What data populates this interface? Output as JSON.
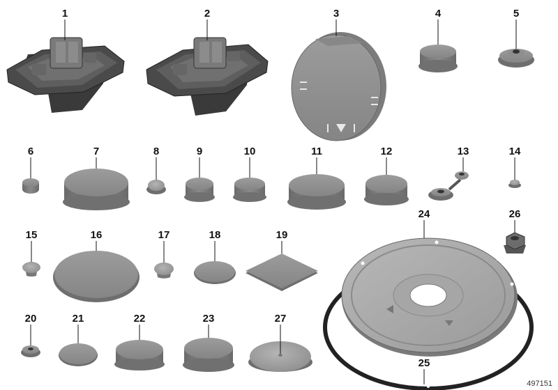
{
  "diagram": {
    "reference_number": "497151",
    "parts": [
      {
        "no": "1",
        "kind": "jack-pad"
      },
      {
        "no": "2",
        "kind": "jack-pad"
      },
      {
        "no": "3",
        "kind": "flap-cover"
      },
      {
        "no": "4",
        "kind": "plug"
      },
      {
        "no": "5",
        "kind": "grommet"
      },
      {
        "no": "6",
        "kind": "plug"
      },
      {
        "no": "7",
        "kind": "plug"
      },
      {
        "no": "8",
        "kind": "plug"
      },
      {
        "no": "9",
        "kind": "plug"
      },
      {
        "no": "10",
        "kind": "plug"
      },
      {
        "no": "11",
        "kind": "plug"
      },
      {
        "no": "12",
        "kind": "plug"
      },
      {
        "no": "13",
        "kind": "tethered-grommet"
      },
      {
        "no": "14",
        "kind": "plug"
      },
      {
        "no": "15",
        "kind": "plug"
      },
      {
        "no": "16",
        "kind": "disc"
      },
      {
        "no": "17",
        "kind": "plug"
      },
      {
        "no": "18",
        "kind": "disc"
      },
      {
        "no": "19",
        "kind": "square-patch"
      },
      {
        "no": "20",
        "kind": "grommet"
      },
      {
        "no": "21",
        "kind": "disc"
      },
      {
        "no": "22",
        "kind": "plug"
      },
      {
        "no": "23",
        "kind": "plug"
      },
      {
        "no": "24",
        "kind": "speaker-plate"
      },
      {
        "no": "25",
        "kind": "gasket"
      },
      {
        "no": "26",
        "kind": "nut"
      },
      {
        "no": "27",
        "kind": "dome-cap"
      }
    ]
  }
}
